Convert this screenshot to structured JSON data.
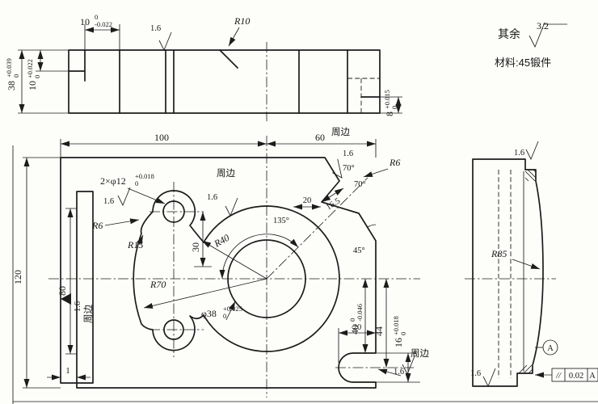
{
  "notes": {
    "others_label": "其余",
    "others_value": "3.2",
    "material": "材料:45锻件"
  },
  "roughness_value": "1.6",
  "top_view": {
    "tab": {
      "nom": "10",
      "up": "0",
      "low": "-0.022"
    },
    "radius_top": "R10",
    "height_total": {
      "nom": "38",
      "up": "+0.039",
      "low": "0"
    },
    "height_step": {
      "nom": "10",
      "up": "+0.022",
      "low": "0"
    },
    "height_right": {
      "nom": "8",
      "up": "+0.015",
      "low": "0"
    }
  },
  "front_view": {
    "width_left": "100",
    "width_right": "60",
    "height_total": "120",
    "height_strip": "80",
    "offset_hole": "30",
    "holes": {
      "label": "2×φ12",
      "up": "+0.018",
      "low": "0"
    },
    "bore": {
      "label": "φ38",
      "up": "+0.025",
      "low": "0"
    },
    "radius_left": "R6",
    "radius_waist": "R15",
    "radius_boss": "R40",
    "radius_profile": "R70",
    "radius_notch": "R6",
    "angle_135": "135°",
    "angle_45": "45°",
    "angle_70_1": "70°",
    "angle_70_2": "70°",
    "notch_offset": "20",
    "notch_depth": "16.5",
    "slot_offset": {
      "nom": "40",
      "up": "0",
      "low": "-0.046"
    },
    "slot_center": "44",
    "slot_width": {
      "nom": "16",
      "up": "+0.018",
      "low": "0"
    },
    "slot_length": "20",
    "step": "1",
    "periphery": "周边"
  },
  "side_view": {
    "radius_face": "R85",
    "datum": "A",
    "fcf": {
      "symbol": "//",
      "value": "0.02",
      "datum": "A"
    }
  }
}
